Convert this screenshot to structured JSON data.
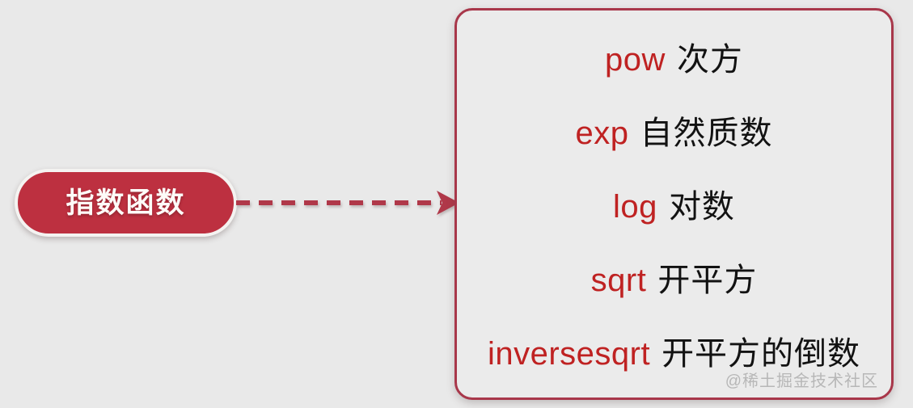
{
  "diagram": {
    "type": "concept-map",
    "background_color": "#e9e9e9",
    "source_node": {
      "label": "指数函数",
      "fill_color": "#bd3040",
      "text_color": "#fdfbf8",
      "ring_color": "#f4f3f1"
    },
    "connector": {
      "style": "dashed-arrow",
      "direction": "left-to-right",
      "color": "#b0394a"
    },
    "panel": {
      "border_color": "#a8374a",
      "fill_color": "#ebebeb",
      "items": [
        {
          "keyword": "pow",
          "gloss": "次方"
        },
        {
          "keyword": "exp",
          "gloss": "自然质数"
        },
        {
          "keyword": "log",
          "gloss": "对数"
        },
        {
          "keyword": "sqrt",
          "gloss": "开平方"
        },
        {
          "keyword": "inversesqrt",
          "gloss": "开平方的倒数"
        }
      ],
      "keyword_color": "#bf2222",
      "gloss_color": "#121212"
    },
    "watermark": "@稀土掘金技术社区"
  }
}
